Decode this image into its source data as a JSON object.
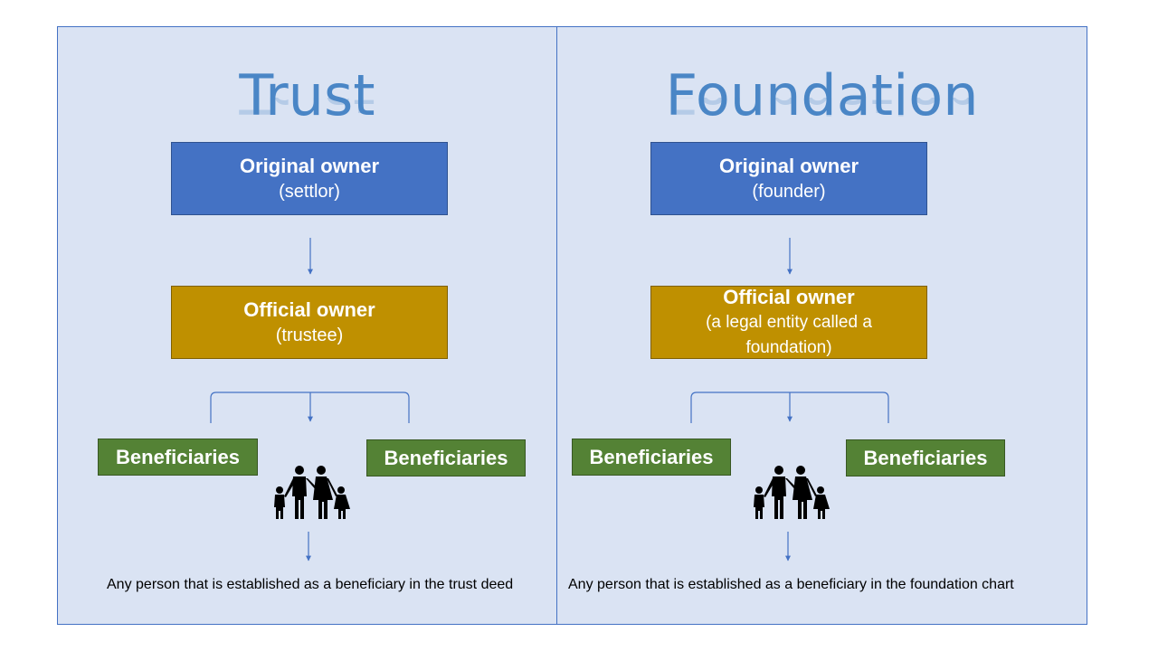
{
  "trust": {
    "title": "Trust",
    "original_owner": {
      "label": "Original owner",
      "role": "(settlor)"
    },
    "official_owner": {
      "label": "Official owner",
      "role": "(trustee)"
    },
    "beneficiary_left": "Beneficiaries",
    "beneficiary_right": "Beneficiaries",
    "caption": "Any person that is established as a beneficiary in the trust deed"
  },
  "foundation": {
    "title": "Foundation",
    "original_owner": {
      "label": "Original owner",
      "role": "(founder)"
    },
    "official_owner": {
      "label": "Official owner",
      "role": "(a legal entity called a foundation)"
    },
    "beneficiary_left": "Beneficiaries",
    "beneficiary_right": "Beneficiaries",
    "caption": "Any person that is established as a beneficiary in the foundation chart"
  },
  "colors": {
    "panel_bg": "#dae3f3",
    "panel_border": "#4472c4",
    "original_owner_box": "#4472c4",
    "official_owner_box": "#bf9000",
    "beneficiary_box": "#548235",
    "title_text": "#4a86c6",
    "connector": "#4472c4"
  },
  "icons": {
    "family": "family-icon"
  }
}
